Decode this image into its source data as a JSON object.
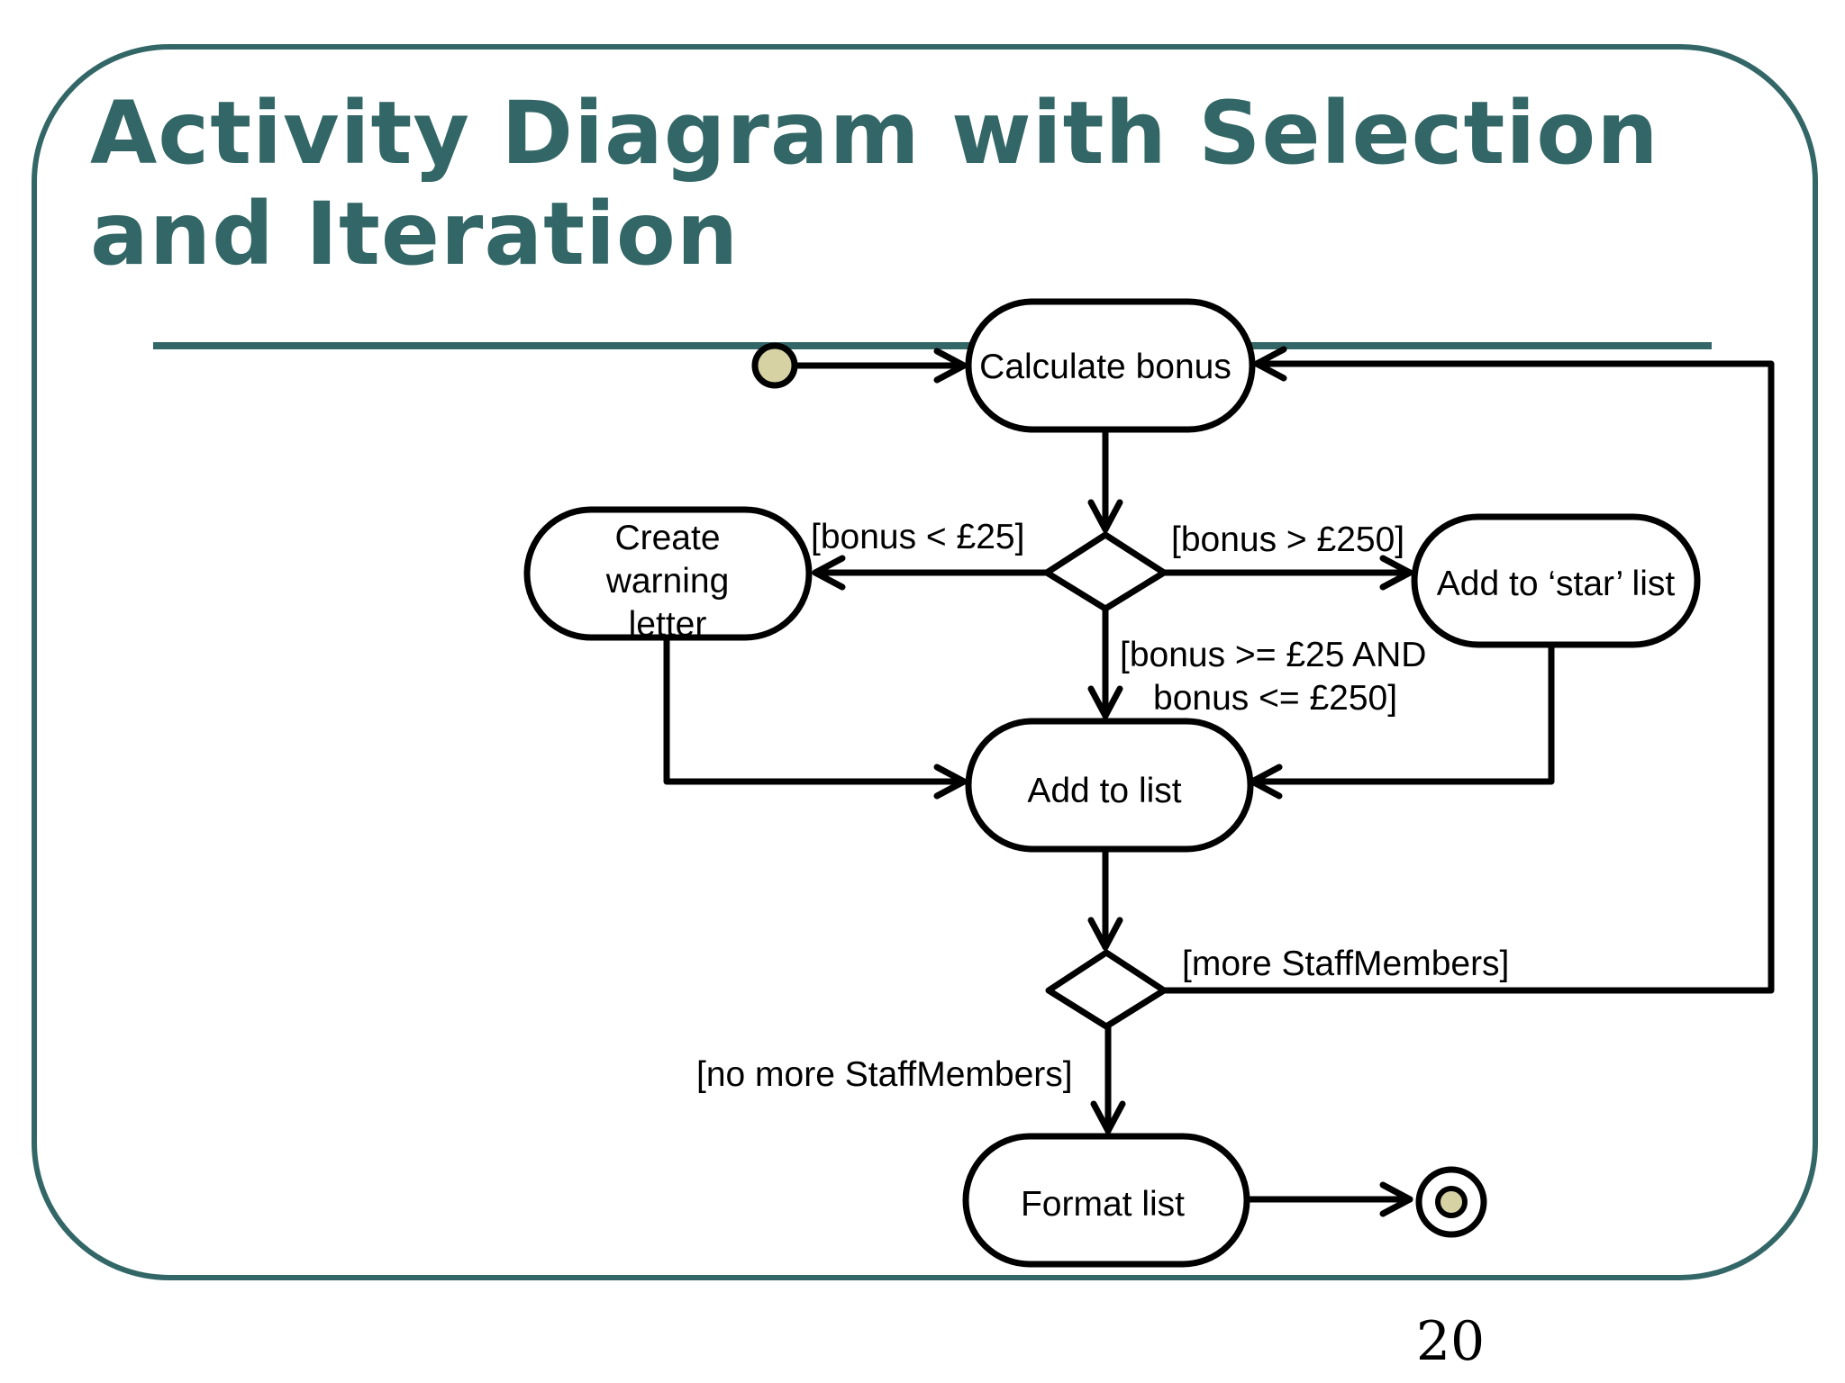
{
  "slide": {
    "title_line1": "Activity Diagram with Selection",
    "title_line2": "and Iteration",
    "page_number": "20",
    "accent_color": "#336666"
  },
  "diagram": {
    "activities": {
      "calculate_bonus": "Calculate bonus",
      "create_warning_letter": [
        "Create",
        "warning",
        "letter"
      ],
      "add_to_star_list": "Add to ‘star’ list",
      "add_to_list": "Add to list",
      "format_list": "Format list"
    },
    "guards": {
      "bonus_lt_25": "[bonus < £25]",
      "bonus_gt_250": "[bonus > £250]",
      "bonus_between_line1": "[bonus >= £25 AND",
      "bonus_between_line2": "bonus <= £250]",
      "more_staff": "[more StaffMembers]",
      "no_more_staff": "[no more StaffMembers]"
    },
    "node_fill": "#d6d2a4"
  }
}
